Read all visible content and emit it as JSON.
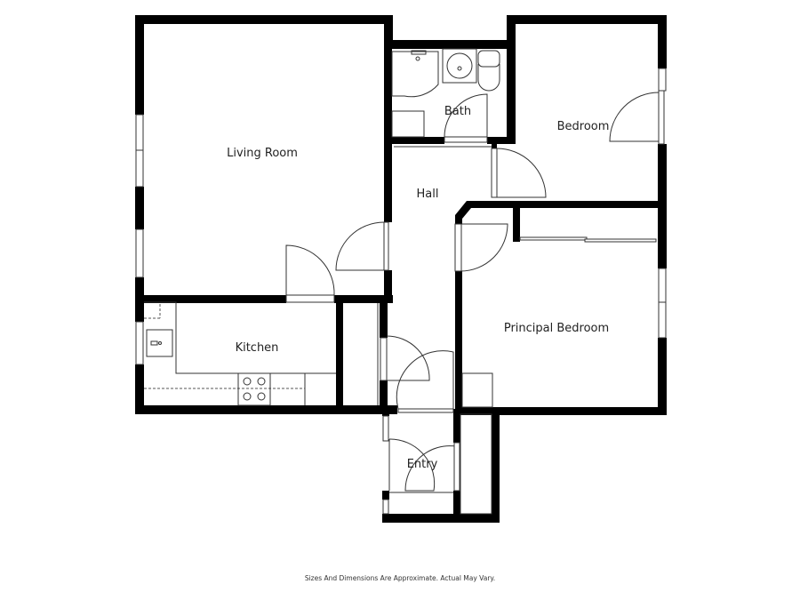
{
  "floorplan": {
    "rooms": {
      "living_room": "Living Room",
      "bath": "Bath",
      "bedroom": "Bedroom",
      "hall": "Hall",
      "principal_bedroom": "Principal Bedroom",
      "kitchen": "Kitchen",
      "entry": "Entry"
    },
    "footnote": "Sizes And Dimensions Are Approximate. Actual May Vary.",
    "colors": {
      "wall": "#000000",
      "background": "#ffffff",
      "fixture_line": "#333333"
    }
  }
}
